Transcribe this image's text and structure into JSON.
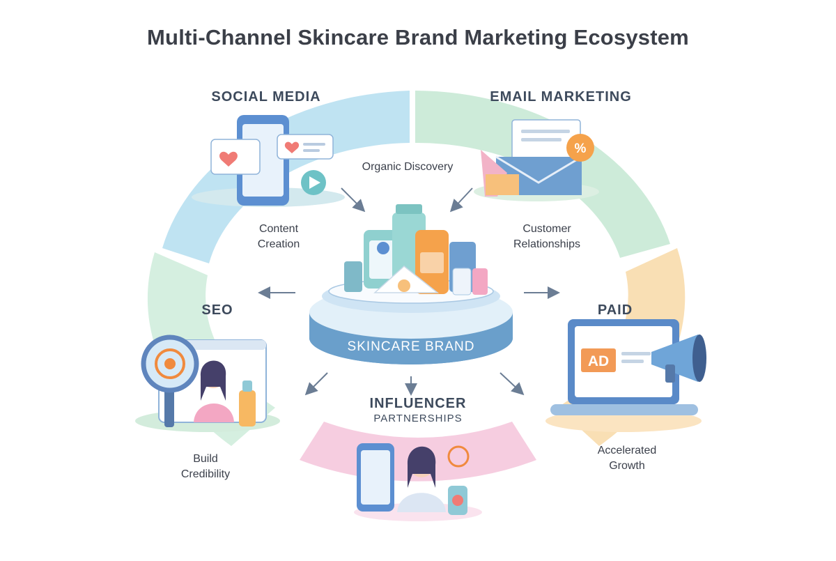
{
  "title": "Multi-Channel Skincare Brand Marketing Ecosystem",
  "hub": {
    "label": "SKINCARE BRAND"
  },
  "channels": {
    "social_media": {
      "title": "SOCIAL MEDIA"
    },
    "email_marketing": {
      "title": "EMAIL MARKETING"
    },
    "seo": {
      "title": "SEO"
    },
    "paid": {
      "title": "PAID"
    },
    "influencer": {
      "title": "INFLUENCER",
      "subtitle": "PARTNERSHIPS"
    }
  },
  "flows": {
    "organic_discovery": "Organic Discovery",
    "content_creation": [
      "Content",
      "Creation"
    ],
    "customer_relationships": [
      "Customer",
      "Relationships"
    ],
    "build_credibility": [
      "Build",
      "Credibility"
    ],
    "accelerated_growth": [
      "Accelerated",
      "Growth"
    ]
  },
  "colors": {
    "blue": "#bfe3f2",
    "mint": "#cdebd9",
    "peach": "#f9dfb4",
    "pink": "#f6cde0",
    "hub_blue": "#6a9fcb",
    "accent_orange": "#f19a4b",
    "text_dark": "#3d4a5c"
  },
  "icons": {
    "social": [
      "smartphone-icon",
      "heart-icon",
      "play-icon"
    ],
    "email": [
      "envelope-icon",
      "percent-tag-icon"
    ],
    "seo": [
      "magnifier-icon",
      "target-icon"
    ],
    "paid": [
      "laptop-icon",
      "megaphone-icon",
      "ad-badge-icon"
    ],
    "influencer": [
      "smartphone-icon",
      "person-icon",
      "product-bottle-icon"
    ]
  },
  "ad_badge_text": "AD"
}
